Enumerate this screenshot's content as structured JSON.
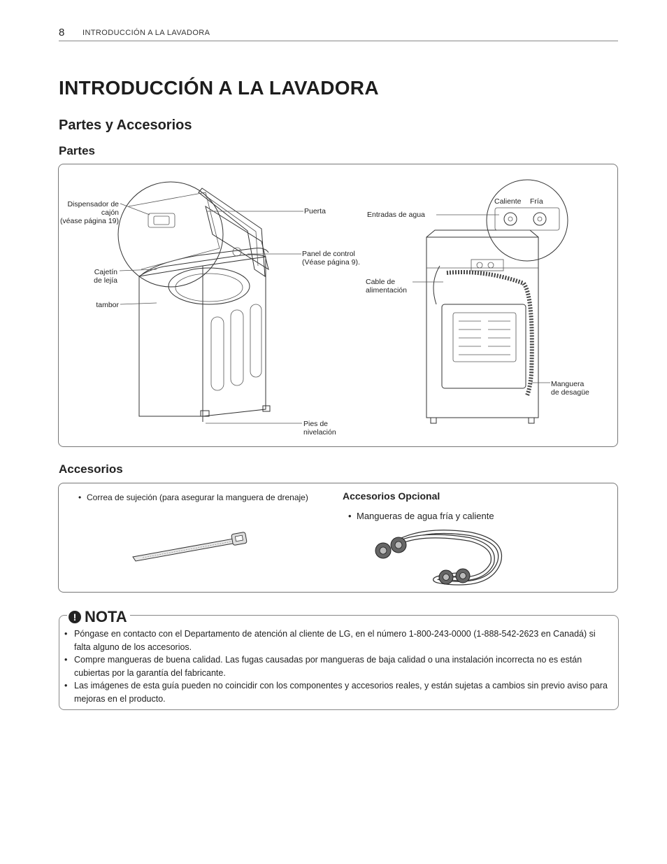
{
  "header": {
    "page_number": "8",
    "running_title": "INTRODUCCIÓN A LA LAVADORA"
  },
  "title": "INTRODUCCIÓN A LA LAVADORA",
  "section": "Partes y Accesorios",
  "partes": {
    "heading": "Partes",
    "labels": {
      "dispensador": [
        "Dispensador de",
        "cajón",
        "(véase página 19)"
      ],
      "cajetin": [
        "Cajetín",
        "de lejía"
      ],
      "tambor": "tambor",
      "puerta": "Puerta",
      "panel": [
        "Panel de control",
        "(Véase página 9)."
      ],
      "pies": [
        "Pies de",
        "nivelación"
      ],
      "entradas": "Entradas de agua",
      "caliente": "Caliente",
      "fria": "Fría",
      "cable": [
        "Cable de",
        "alimentación"
      ],
      "manguera": [
        "Manguera",
        "de desagüe"
      ]
    }
  },
  "accesorios": {
    "heading": "Accesorios",
    "item1": "Correa de sujeción (para asegurar la manguera de drenaje)",
    "opcional_heading": "Accesorios Opcional",
    "item2": "Mangueras de agua fría y caliente"
  },
  "nota": {
    "title": "NOTA",
    "icon": "exclamation-icon",
    "items": [
      "Póngase en contacto con el Departamento de atención al cliente de LG, en el número 1-800-243-0000 (1-888-542-2623 en Canadá) si falta alguno de los accesorios.",
      "Compre mangueras de buena calidad. Las fugas causadas por mangueras de baja calidad o una instalación incorrecta no es están cubiertas por la garantía del fabricante.",
      "Las imágenes de esta guía pueden no coincidir con los componentes y accesorios reales, y están sujetas a cambios sin previo aviso para mejoras en el producto."
    ]
  }
}
